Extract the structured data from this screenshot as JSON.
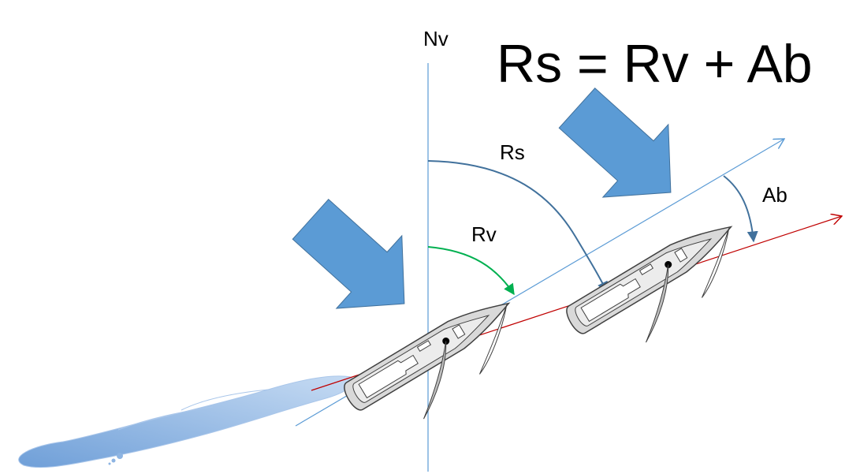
{
  "formula": "Rs = Rv + Ab",
  "labels": {
    "north": "Nv",
    "true_course": "Rv",
    "course_over_ground": "Rs",
    "drift": "Ab"
  },
  "colors": {
    "meridian": "#5b9bd5",
    "heading_line": "#5b9bd5",
    "track_line": "#c00000",
    "true_course_arc": "#00b050",
    "arc": "#41719c",
    "wind_arrow": "#5b9bd5",
    "wake": "#8db4e2",
    "hull": "#d9d9d9",
    "deck": "#bfbfbf",
    "sail": "#ffffff",
    "outline": "#404040"
  }
}
